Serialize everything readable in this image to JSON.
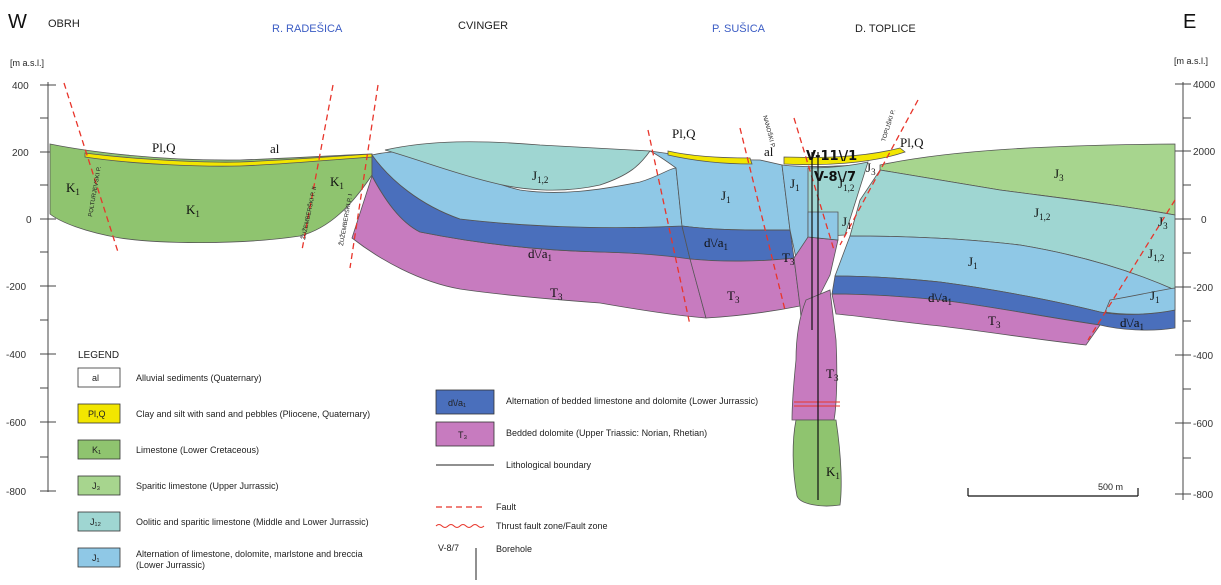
{
  "colors": {
    "K1": "#8fc46f",
    "J3": "#a7d58e",
    "J12": "#9fd6d2",
    "J1": "#8fc8e6",
    "dVa1": "#4a6fbc",
    "T3": "#c77bbf",
    "PlQ": "#f2e600",
    "fault": "#e8352b",
    "tick_blue": "#3b4fb0",
    "location_blue": "#3b5cc4"
  },
  "header": {
    "west": "W",
    "east": "E",
    "locations": [
      {
        "id": "obrh",
        "label": "OBRH",
        "color": "#222222"
      },
      {
        "id": "radesica",
        "label": "R. RADEŠICA",
        "color": "#3b5cc4"
      },
      {
        "id": "cvinger",
        "label": "CVINGER",
        "color": "#222222"
      },
      {
        "id": "susica",
        "label": "P. SUŠICA",
        "color": "#3b5cc4"
      },
      {
        "id": "toplice",
        "label": "D. TOPLICE",
        "color": "#222222"
      }
    ]
  },
  "axes": {
    "left_unit": "[m a.s.l.]",
    "right_unit": "[m a.s.l.]",
    "left_ticks": [
      "400",
      "200",
      "0",
      "-200",
      "-400",
      "-600",
      "-800"
    ],
    "right_ticks": [
      "4000",
      "2000",
      "0",
      "-200",
      "-400",
      "-600",
      "-800"
    ]
  },
  "section_labels": {
    "k1_west": "K",
    "k1_west_sub": "1",
    "k1_west_small": "K",
    "k1_west_small_sub": "1",
    "k1_mid": "K",
    "k1_mid_sub": "1",
    "plq_west": "Pl,Q",
    "al_west": "al",
    "j12_cv": "J",
    "j12_cv_sub": "1,2",
    "plq_east": "Pl,Q",
    "al_east": "al",
    "j1_mid": "J",
    "j1_mid_sub": "1",
    "dva_cv": "d\\/a",
    "dva_cv_sub": "1",
    "t3_cv": "T",
    "t3_cv_sub": "3",
    "j1_su": "J",
    "j1_su_sub": "1",
    "dva_su": "d\\/a",
    "dva_su_sub": "1",
    "t3_su": "T",
    "t3_su_sub": "3",
    "t3_su2": "T",
    "t3_su2_sub": "3",
    "j1_bh": "J",
    "j1_bh_sub": "1",
    "j12_bh": "J",
    "j12_bh_sub": "1,2",
    "j3_bh": "J",
    "j3_bh_sub": "3",
    "j1_bh2": "J",
    "j1_bh2_sub": "1",
    "t3_deep": "T",
    "t3_deep_sub": "3",
    "k1_deep": "K",
    "k1_deep_sub": "1",
    "plq_top": "Pl,Q",
    "j3_east": "J",
    "j3_east_sub": "3",
    "j12_east": "J",
    "j12_east_sub": "1,2",
    "j1_east": "J",
    "j1_east_sub": "1",
    "dva_east": "d\\/a",
    "dva_east_sub": "1",
    "t3_east": "T",
    "t3_east_sub": "3",
    "j3_edge": "J",
    "j3_edge_sub": "3",
    "j12_edge": "J",
    "j12_edge_sub": "1,2",
    "j1_edge": "J",
    "j1_edge_sub": "1",
    "dva_edge": "d\\/a",
    "dva_edge_sub": "1"
  },
  "fault_names": {
    "f1": "POLTURJEVSKI P.",
    "f2": "ŽUŽEMBERŠKI P. II",
    "f3": "ŽUŽEMBERŠKI P. I",
    "f4": "NANOŠKI P.",
    "f5": "TOPLIŠKI P."
  },
  "boreholes": {
    "b1": "V-11\\/1",
    "b2": "V-8\\/7"
  },
  "scale": {
    "label": "500 m"
  },
  "legend": {
    "title": "LEGEND",
    "items": [
      {
        "key": "al",
        "swatch": "al",
        "label": "Alluvial sediments (Quaternary)",
        "color": "#ffffff"
      },
      {
        "key": "plq",
        "swatch": "Pl,Q",
        "label": "Clay and silt with sand and pebbles (Pliocene, Quaternary)",
        "color": "#f2e600"
      },
      {
        "key": "k1",
        "swatch": "K₁",
        "label": "Limestone (Lower Cretaceous)",
        "color": "#8fc46f"
      },
      {
        "key": "j3",
        "swatch": "J₃",
        "label": "Sparitic limestone (Upper Jurrassic)",
        "color": "#a7d58e"
      },
      {
        "key": "j12",
        "swatch": "J₁₂",
        "label": "Oolitic and sparitic limestone (Middle and Lower Jurrassic)",
        "color": "#9fd6d2"
      },
      {
        "key": "j1",
        "swatch": "J₁",
        "label": "Alternation of limestone, dolomite, marlstone and breccia",
        "label2": "(Lower Jurrassic)",
        "color": "#8fc8e6"
      }
    ],
    "items_right": [
      {
        "key": "dva",
        "swatch": "d\\/a₁",
        "label": "Alternation of bedded limestone and dolomite (Lower Jurrassic)",
        "color": "#4a6fbc"
      },
      {
        "key": "t3",
        "swatch": "T₃",
        "label": "Bedded dolomite (Upper Triassic: Norian, Rhetian)",
        "color": "#c77bbf"
      }
    ],
    "lines": [
      {
        "key": "litho",
        "label": "Lithological boundary"
      },
      {
        "key": "fault",
        "label": "Fault"
      },
      {
        "key": "thrust",
        "label": "Thrust fault zone/Fault zone"
      },
      {
        "key": "borehole",
        "label": "Borehole",
        "swatch": "V-8/7"
      }
    ]
  }
}
